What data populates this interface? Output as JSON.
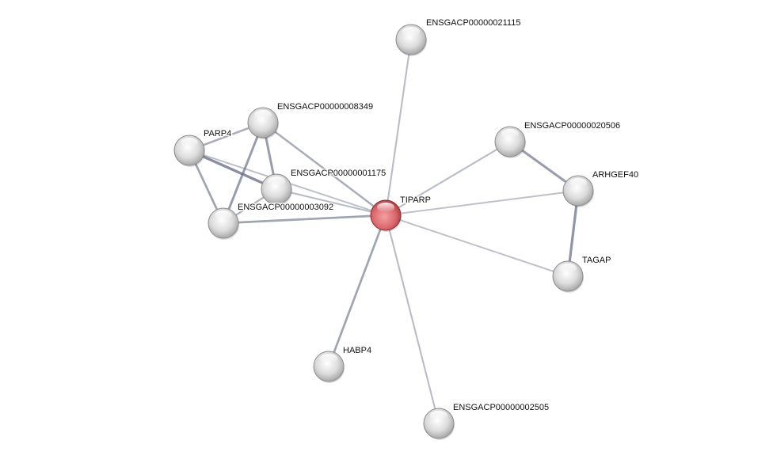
{
  "network": {
    "nodes": [
      {
        "id": "TIPARP",
        "label": "TIPARP",
        "query": true
      },
      {
        "id": "n21115",
        "label": "ENSGACP00000021115"
      },
      {
        "id": "n8349",
        "label": "ENSGACP00000008349"
      },
      {
        "id": "PARP4",
        "label": "PARP4"
      },
      {
        "id": "n1175",
        "label": "ENSGACP00000001175"
      },
      {
        "id": "n3092",
        "label": "ENSGACP00000003092"
      },
      {
        "id": "n20506",
        "label": "ENSGACP00000020506"
      },
      {
        "id": "ARHGEF40",
        "label": "ARHGEF40"
      },
      {
        "id": "TAGAP",
        "label": "TAGAP"
      },
      {
        "id": "HABP4",
        "label": "HABP4"
      },
      {
        "id": "n2505",
        "label": "ENSGACP00000002505"
      }
    ],
    "edges": [
      {
        "a": "TIPARP",
        "b": "n21115",
        "score": 0.4
      },
      {
        "a": "TIPARP",
        "b": "n8349",
        "score": 0.6
      },
      {
        "a": "TIPARP",
        "b": "PARP4",
        "score": 0.35
      },
      {
        "a": "TIPARP",
        "b": "n1175",
        "score": 0.4
      },
      {
        "a": "TIPARP",
        "b": "n3092",
        "score": 0.7
      },
      {
        "a": "TIPARP",
        "b": "n20506",
        "score": 0.4
      },
      {
        "a": "TIPARP",
        "b": "ARHGEF40",
        "score": 0.35
      },
      {
        "a": "TIPARP",
        "b": "TAGAP",
        "score": 0.35
      },
      {
        "a": "TIPARP",
        "b": "HABP4",
        "score": 0.7
      },
      {
        "a": "TIPARP",
        "b": "n2505",
        "score": 0.4
      },
      {
        "a": "n8349",
        "b": "PARP4",
        "score": 0.6
      },
      {
        "a": "n8349",
        "b": "n1175",
        "score": 0.8
      },
      {
        "a": "n8349",
        "b": "n3092",
        "score": 0.8
      },
      {
        "a": "PARP4",
        "b": "n1175",
        "score": 1.0
      },
      {
        "a": "PARP4",
        "b": "n3092",
        "score": 0.7
      },
      {
        "a": "n1175",
        "b": "n3092",
        "score": 0.5
      },
      {
        "a": "n20506",
        "b": "ARHGEF40",
        "score": 0.8
      },
      {
        "a": "ARHGEF40",
        "b": "TAGAP",
        "score": 0.9
      }
    ],
    "colors": {
      "query_node": "#d9666b",
      "node": "#d8d8d8",
      "edge": "#6a7088"
    }
  }
}
